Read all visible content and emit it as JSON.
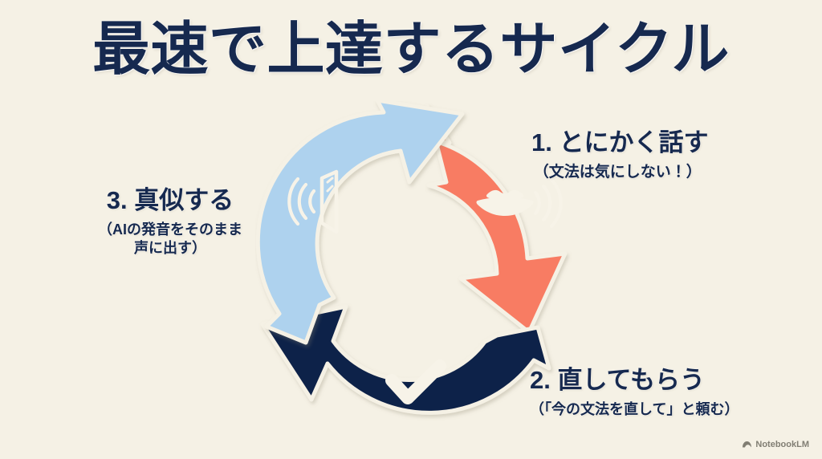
{
  "slide": {
    "background_color": "#f5f1e5",
    "title": "最速で上達するサイクル"
  },
  "palette": {
    "navy": "#16294f",
    "navy_arrow": "#11224a",
    "coral": "#f87c63",
    "light_blue": "#aed2ee",
    "cream": "#f5f1e5",
    "icon_white": "#f7f3e8"
  },
  "cycle": {
    "arrows": [
      {
        "id": "arrow-speak",
        "color": "#f87c63",
        "position": "right",
        "direction": "clockwise-down",
        "icon": "lips-speaking-icon",
        "step": 1
      },
      {
        "id": "arrow-correct",
        "color": "#11224a",
        "position": "bottom",
        "direction": "clockwise-left",
        "icon": "check-icon",
        "step": 2
      },
      {
        "id": "arrow-imitate",
        "color": "#aed2ee",
        "position": "left",
        "direction": "clockwise-up",
        "icon": "phone-speaker-icon",
        "step": 3
      }
    ]
  },
  "steps": [
    {
      "number": "1.",
      "title": "1. とにかく話す",
      "subtitle": "（文法は気にしない！）"
    },
    {
      "number": "2.",
      "title": "2. 直してもらう",
      "subtitle": "（「今の文法を直して」と頼む）"
    },
    {
      "number": "3.",
      "title": "3. 真似する",
      "subtitle_line1": "（AIの発音をそのまま",
      "subtitle_line2": "声に出す）"
    }
  ],
  "watermark": {
    "label": "NotebookLM",
    "icon": "notebooklm-icon"
  }
}
